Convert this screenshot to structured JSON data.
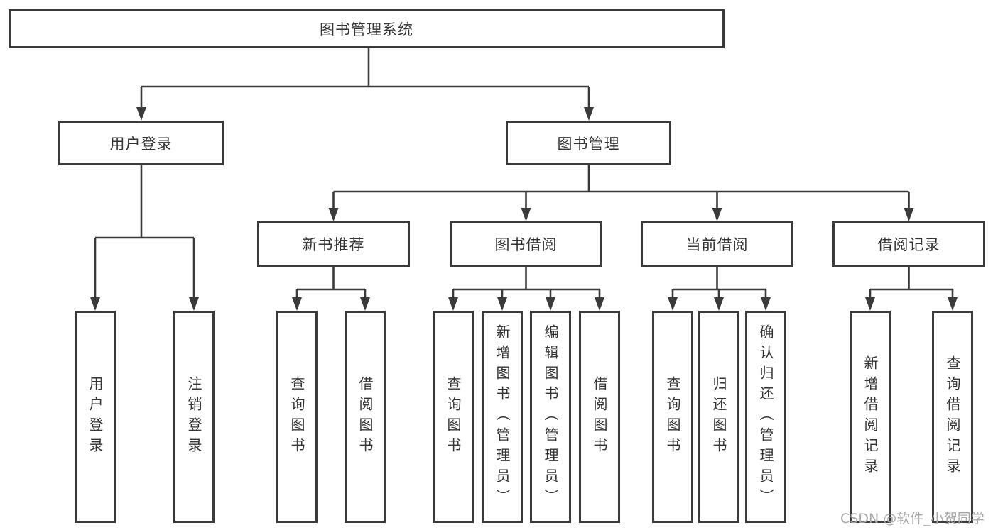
{
  "diagram": {
    "type": "hierarchy-tree",
    "colors": {
      "background": "#ffffff",
      "line": "#3a3a3a",
      "box_border": "#3a3a3a",
      "text": "#333333",
      "watermark": "#a8a8a8"
    },
    "tree": {
      "root": {
        "label": "图书管理系统",
        "children": [
          {
            "label": "用户登录",
            "children": [
              {
                "label": "用户登录"
              },
              {
                "label": "注销登录"
              }
            ]
          },
          {
            "label": "图书管理",
            "children": [
              {
                "label": "新书推荐",
                "children": [
                  {
                    "label": "查询图书"
                  },
                  {
                    "label": "借阅图书"
                  }
                ]
              },
              {
                "label": "图书借阅",
                "children": [
                  {
                    "label": "查询图书"
                  },
                  {
                    "label": "新增图书（管理员）"
                  },
                  {
                    "label": "编辑图书（管理员）"
                  },
                  {
                    "label": "借阅图书"
                  }
                ]
              },
              {
                "label": "当前借阅",
                "children": [
                  {
                    "label": "查询图书"
                  },
                  {
                    "label": "归还图书"
                  },
                  {
                    "label": "确认归还（管理员）"
                  }
                ]
              },
              {
                "label": "借阅记录",
                "children": [
                  {
                    "label": "新增借阅记录"
                  },
                  {
                    "label": "查询借阅记录"
                  }
                ]
              }
            ]
          }
        ]
      }
    },
    "watermark": {
      "text": "CSDN @软件_小贺同学"
    }
  }
}
